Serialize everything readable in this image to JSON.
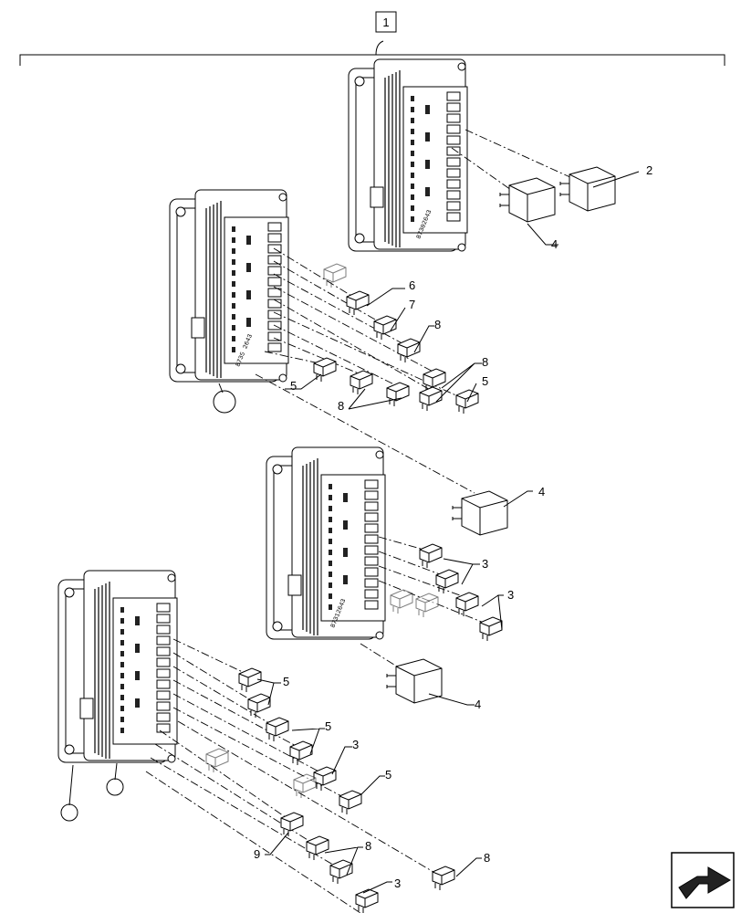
{
  "diagram": {
    "assembly_callout": "1",
    "item_labels": {
      "2": "2",
      "3": "3",
      "4": "4",
      "5": "5",
      "6": "6",
      "7": "7",
      "8": "8",
      "9": "9"
    },
    "panel_part_codes": [
      "87302643",
      "87312643",
      "8735 2643"
    ],
    "nav_icon": "next-page-arrow-icon",
    "colors": {
      "line": "#000000",
      "background": "#ffffff",
      "shade": "#222222"
    }
  }
}
